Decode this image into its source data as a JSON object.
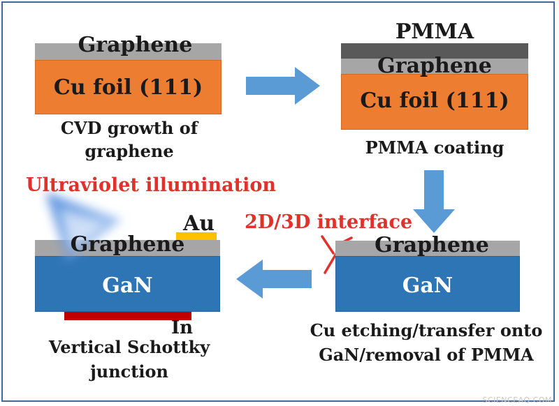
{
  "steps": {
    "step1": {
      "layer_top": "Graphene",
      "layer_bottom": "Cu foil (111)",
      "caption_line1": "CVD growth of",
      "caption_line2": "graphene"
    },
    "step2": {
      "layer_top": "PMMA",
      "layer_mid": "Graphene",
      "layer_bottom": "Cu foil (111)",
      "caption": "PMMA coating"
    },
    "step3": {
      "layer_top": "Graphene",
      "layer_bottom": "GaN",
      "caption_line1": "Cu etching/transfer onto",
      "caption_line2": "GaN/removal of PMMA",
      "annotation": "2D/3D interface"
    },
    "step4": {
      "layer_top": "Graphene",
      "layer_bottom": "GaN",
      "contact_top": "Au",
      "contact_bottom": "In",
      "caption_line1": "Vertical Schottky",
      "caption_line2": "junction",
      "annotation": "Ultraviolet illumination"
    }
  },
  "watermark": "SCIENCEAQ.COM",
  "colors": {
    "graphene": "#a6a6a6",
    "pmma": "#595959",
    "cu_foil": "#ed7d31",
    "gan": "#2e75b6",
    "au": "#ffc000",
    "indium": "#c00000",
    "arrow": "#5b9bd5",
    "annotation_red": "#e0312b",
    "frame": "#3f6a9a"
  }
}
